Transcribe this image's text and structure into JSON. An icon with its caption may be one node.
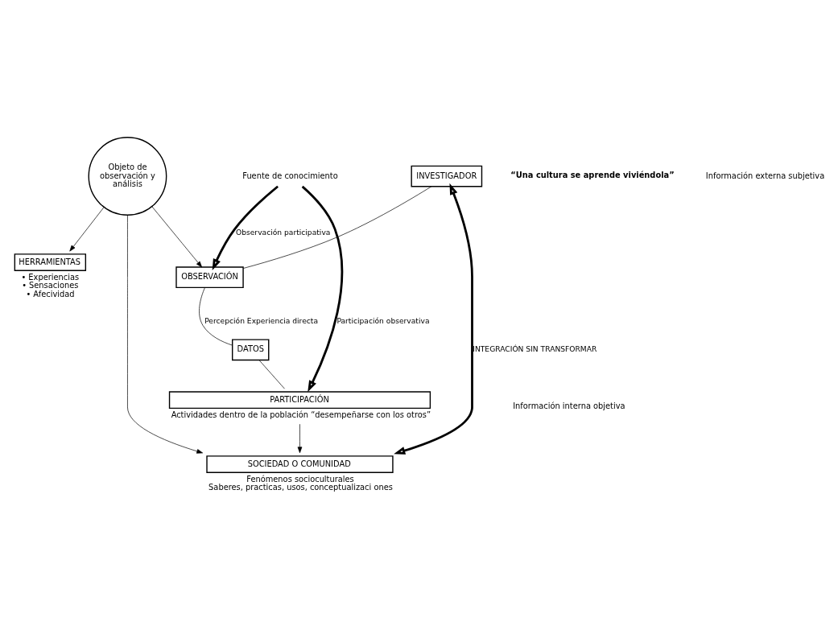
{
  "diagram": {
    "nodes": [
      {
        "text": [
          "INVESTIGADOR"
        ]
      },
      {
        "text": [
          "OBSERVACIÓN"
        ]
      },
      {
        "text": [
          "Objeto de observación y análisis"
        ]
      },
      {
        "text": [
          "DATOS"
        ]
      },
      {
        "text": [
          "SOCIEDAD O COMUNIDAD"
        ],
        "beside": [
          "Fenómenos socioculturales",
          "Saberes, practicas, usos, conceptualizaci ones"
        ]
      },
      {
        "text": [
          "PARTICIPACIÓN"
        ],
        "beside": [
          "Actividades dentro de la población “desempeñarse con los otros”"
        ]
      },
      {
        "text": [
          "HERRAMIENTAS"
        ],
        "beside": [
          "• Experiencias",
          "• Sensaciones",
          "• Afecividad"
        ]
      },
      {
        "text": [
          "Fuente de conocimiento"
        ]
      }
    ],
    "edges": [
      {
        "from": 4,
        "to": 0,
        "arrow": "both",
        "style": "thick",
        "label": "INTEGRACIÓN SIN TRANSFORMAR"
      },
      {
        "from": 0,
        "to": 1,
        "arrow": "none"
      },
      {
        "from": 2,
        "to": 1,
        "arrow": "to"
      },
      {
        "from": 2,
        "to": 6,
        "arrow": "to"
      },
      {
        "from": 2,
        "to": 4,
        "arrow": "to"
      },
      {
        "from": 1,
        "to": 3,
        "arrow": "none",
        "label": "Percepción Experiencia directa"
      },
      {
        "from": 3,
        "to": 5,
        "arrow": "none"
      },
      {
        "from": 5,
        "to": 4,
        "arrow": "to"
      },
      {
        "from": 7,
        "to": 1,
        "arrow": "to",
        "style": "thick",
        "label": "Observación participativa"
      },
      {
        "from": 7,
        "to": 5,
        "arrow": "to",
        "style": "thick",
        "label": "Participación observativa"
      }
    ],
    "labels": [
      "“Una cultura se aprende viviéndola”",
      "Información externa subjetiva",
      "Información interna objetiva"
    ]
  }
}
